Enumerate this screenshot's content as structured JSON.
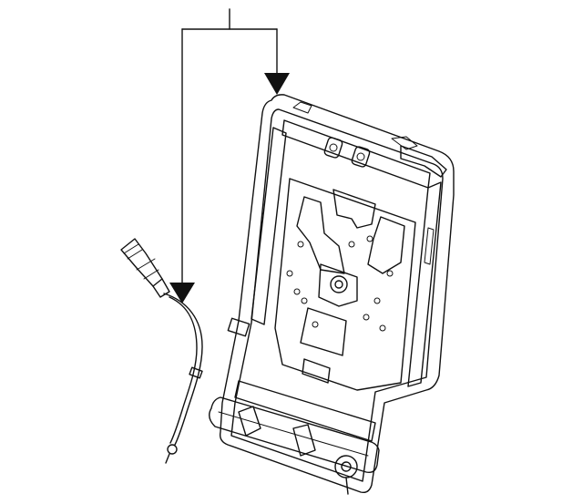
{
  "diagram": {
    "callout": {
      "targets": [
        "seat-back-frame",
        "wire-harness"
      ]
    },
    "parts": [
      {
        "id": "seat-back-frame",
        "kind": "seat back frame assembly"
      },
      {
        "id": "wire-harness",
        "kind": "wire harness with connector"
      }
    ],
    "colors": {
      "line": "#111111",
      "background": "#ffffff"
    }
  }
}
